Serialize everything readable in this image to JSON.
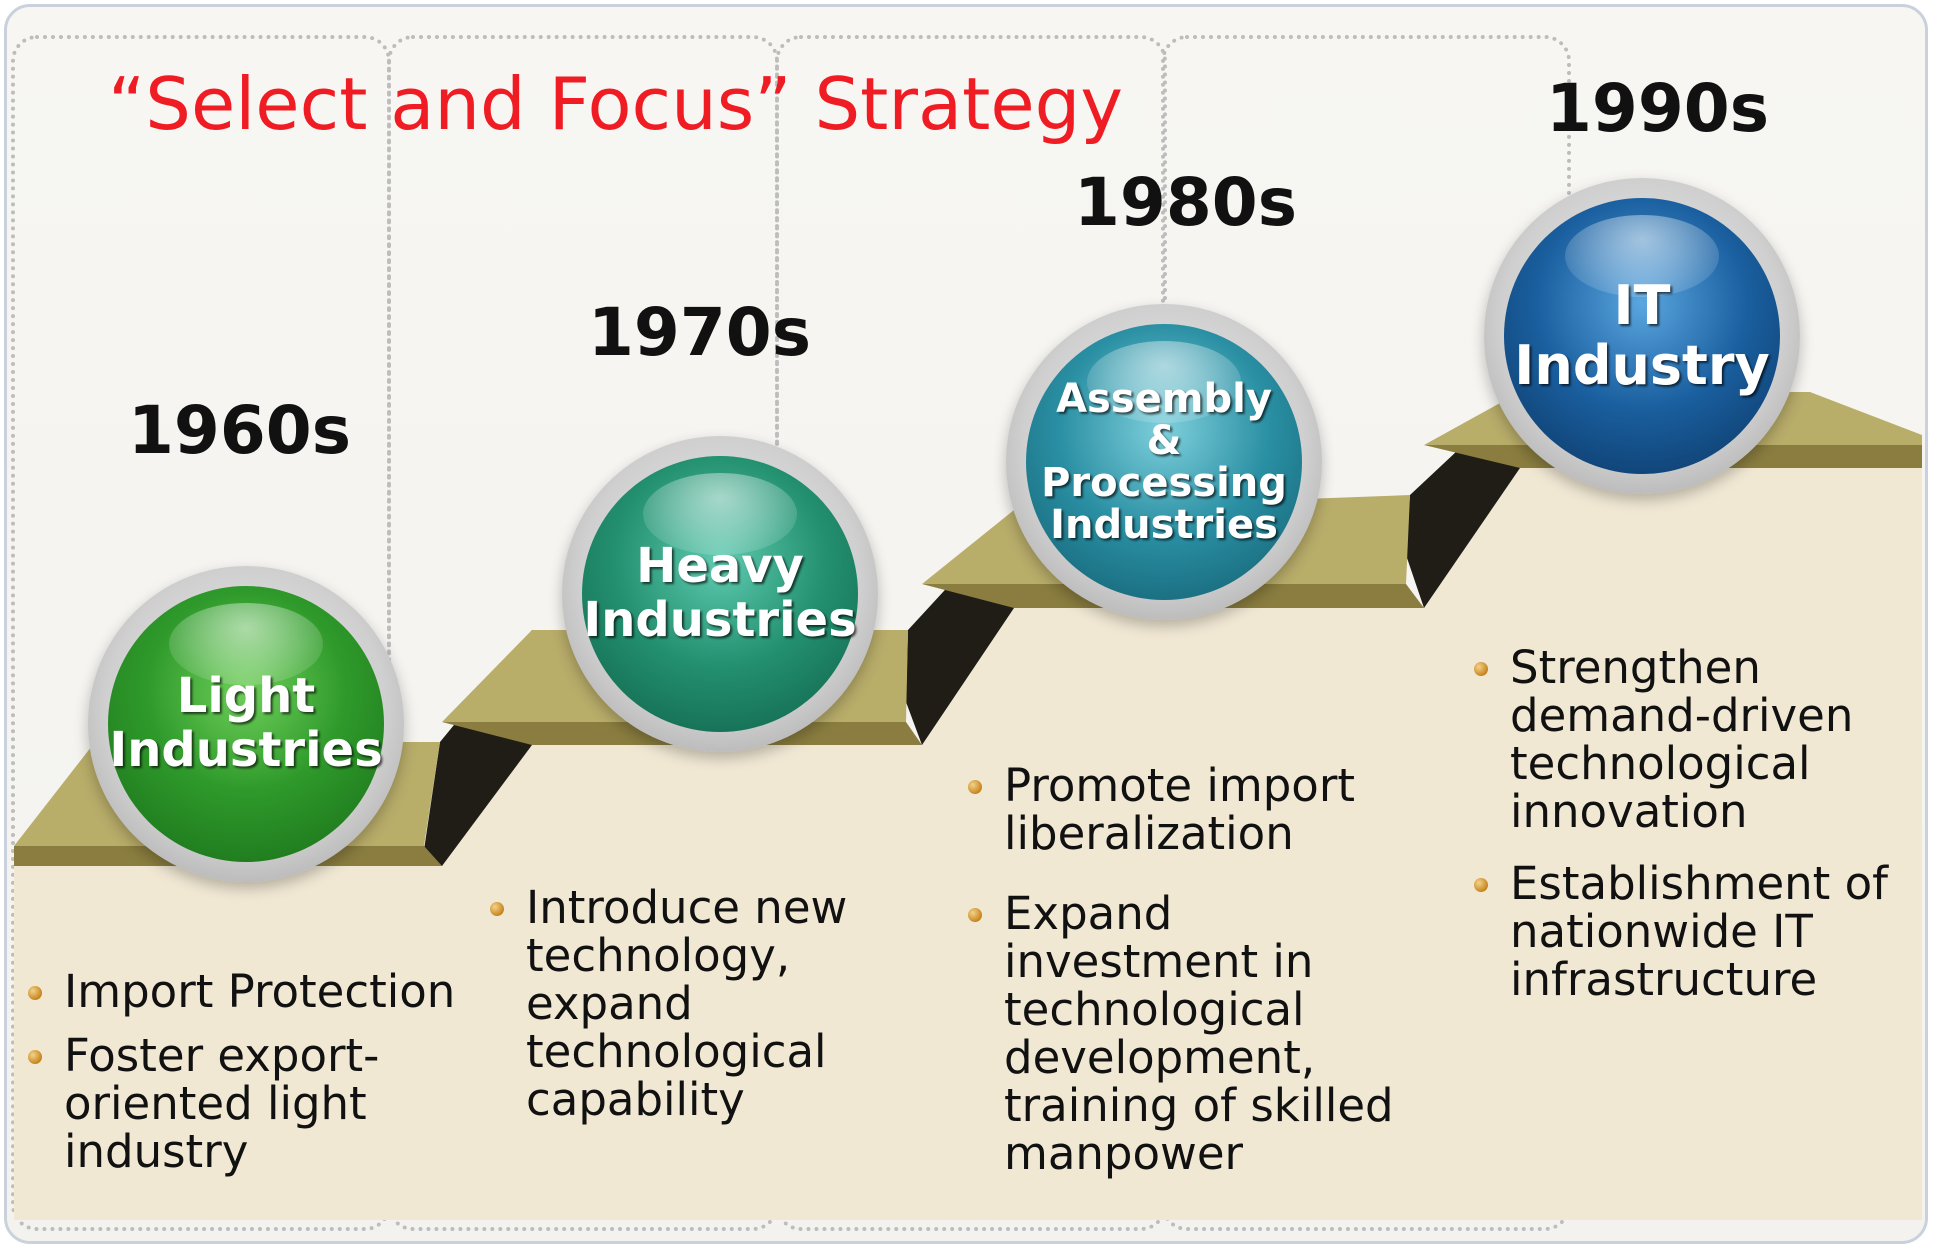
{
  "title": "“Select and Focus” Strategy",
  "stages": [
    {
      "decade": "1960s",
      "industry_lines": [
        "Light",
        "Industries"
      ],
      "color": "#2e8b2e",
      "bullets": [
        "Import Protection",
        "Foster export-oriented light industry"
      ]
    },
    {
      "decade": "1970s",
      "industry_lines": [
        "Heavy",
        "Industries"
      ],
      "color": "#1e8a6e",
      "bullets": [
        "Introduce new technology, expand technological capability"
      ]
    },
    {
      "decade": "1980s",
      "industry_lines": [
        "Assembly",
        "& Processing",
        "Industries"
      ],
      "color": "#1f7f93",
      "bullets": [
        "Promote import liberalization",
        "Expand investment in technological development, training of  skilled manpower"
      ]
    },
    {
      "decade": "1990s",
      "industry_lines": [
        "IT",
        "Industry"
      ],
      "color": "#0f4f8c",
      "bullets": [
        "Strengthen demand-driven technological innovation",
        "Establishment of nationwide IT infrastructure"
      ]
    }
  ],
  "colors": {
    "title": "#ef1c24",
    "step_top": "#b9ad6a",
    "step_riser": "#222018",
    "step_fill": "#f1e8d4"
  }
}
